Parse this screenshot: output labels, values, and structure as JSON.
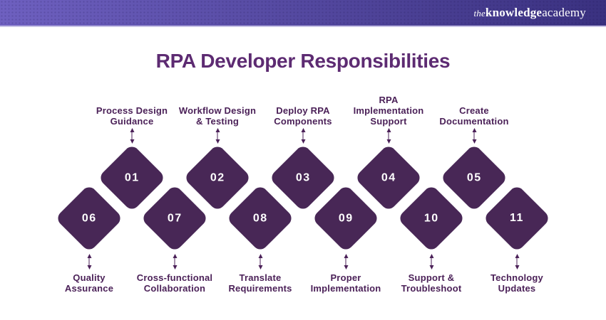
{
  "header": {
    "logo_the": "the",
    "logo_knowledge": "knowledge",
    "logo_academy": "academy"
  },
  "title": "RPA Developer Responsibilities",
  "items": [
    {
      "number": "01",
      "row": "top",
      "label_lines": [
        "Process Design",
        "Guidance"
      ]
    },
    {
      "number": "02",
      "row": "top",
      "label_lines": [
        "Workflow Design",
        "& Testing"
      ]
    },
    {
      "number": "03",
      "row": "top",
      "label_lines": [
        "Deploy RPA",
        "Components"
      ]
    },
    {
      "number": "04",
      "row": "top",
      "label_lines": [
        "RPA",
        "Implementation",
        "Support"
      ]
    },
    {
      "number": "05",
      "row": "top",
      "label_lines": [
        "Create",
        "Documentation"
      ]
    },
    {
      "number": "06",
      "row": "bottom",
      "label_lines": [
        "Quality",
        "Assurance"
      ]
    },
    {
      "number": "07",
      "row": "bottom",
      "label_lines": [
        "Cross-functional",
        "Collaboration"
      ]
    },
    {
      "number": "08",
      "row": "bottom",
      "label_lines": [
        "Translate",
        "Requirements"
      ]
    },
    {
      "number": "09",
      "row": "bottom",
      "label_lines": [
        "Proper",
        "Implementation"
      ]
    },
    {
      "number": "10",
      "row": "bottom",
      "label_lines": [
        "Support &",
        "Troubleshoot"
      ]
    },
    {
      "number": "11",
      "row": "bottom",
      "label_lines": [
        "Technology",
        "Updates"
      ]
    }
  ],
  "colors": {
    "background": "#ffffff",
    "header_gradient_left": "#6e60c0",
    "header_gradient_right": "#3a3180",
    "header_border": "#c7c2e6",
    "title": "#5d2b72",
    "diamond": "#482756",
    "number": "#ffffff",
    "label": "#4b2158",
    "arrow": "#4b2158"
  }
}
